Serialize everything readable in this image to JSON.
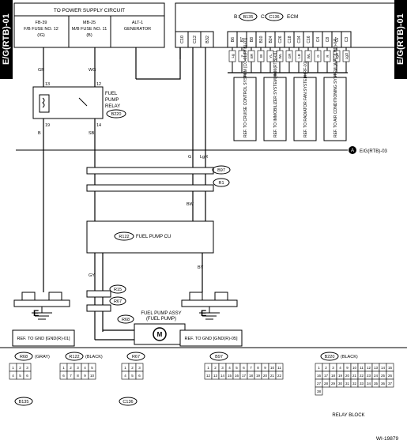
{
  "side_tabs": {
    "left": "E/G(RTB)-01",
    "right": "E/G(RTB)-01"
  },
  "power_box": {
    "title": "TO POWER SUPPLY CIRCUIT",
    "fuses": [
      {
        "name": "FB-39",
        "desc": "F/B FUSE NO. 12",
        "sub": "(IG)"
      },
      {
        "name": "MB-25",
        "desc": "M/B FUSE NO. 11",
        "sub": "(B)"
      },
      {
        "name": "ALT-1",
        "desc": "GENERATOR",
        "sub": ""
      }
    ]
  },
  "ecm": {
    "title": "ECM",
    "label_b": "B:",
    "conn_b": "B135",
    "label_c": "C:",
    "conn_c": "C136",
    "pins": [
      "B6",
      "B7",
      "B8",
      "B10",
      "B24",
      "C26",
      "C18",
      "C34",
      "C16",
      "C4",
      "C8",
      "C7",
      "C3"
    ],
    "lower_pins": [
      "C10",
      "C12",
      "B32"
    ],
    "wire_codes": [
      "Lg",
      "Y",
      "BR",
      "W",
      "YL",
      "WL",
      "GR",
      "LB",
      "WL",
      "G",
      "R",
      "LgG",
      "LgO"
    ]
  },
  "refs": [
    "REF. TO CRUISE CONTROL SYSTEM [CC-01(RTB)-01]",
    "REF. TO IMMOBILIZER SYSTEM [IMM(RTB)-01]",
    "REF. TO RADIATOR FAN SYSTEM [RF-01]",
    "REF. TO AIR CONDITIONING SYSTEM [A-AC(LHD)-04]"
  ],
  "relay": {
    "title_lines": [
      "FUEL",
      "PUMP",
      "RELAY"
    ],
    "conn": "B220",
    "pins_top": [
      "13",
      "12"
    ],
    "pins_bottom": [
      "19",
      "14"
    ]
  },
  "arrow_ref": "E/G(RTB)-03",
  "connectors_mid": [
    "B97",
    "R1"
  ],
  "fuel_pump_cu": {
    "conn": "R122",
    "label": "FUEL PUMP CU"
  },
  "wire_labels": {
    "gr": "GR",
    "wg": "WG",
    "b": "B",
    "w": "W",
    "g": "G",
    "lg": "Lg",
    "gy": "GY",
    "by": "BY",
    "sb": "SB",
    "bw": "BW",
    "lgr": "LgR"
  },
  "conns_lower": [
    "R15",
    "R67",
    "R68"
  ],
  "fuel_pump_assy": {
    "line1": "FUEL PUMP ASSY",
    "line2": "(FUEL PUMP)",
    "motor": "M"
  },
  "grounds": [
    {
      "label": "E",
      "ref": "REF. TO GND [GND(R)-01]"
    },
    {
      "label": "E",
      "ref": "REF. TO GND [GND(R)-05]"
    }
  ],
  "connector_views": [
    {
      "id": "R68",
      "color": "(GRAY)",
      "pins": [
        "1",
        "2",
        "3",
        "4",
        "5",
        "6"
      ]
    },
    {
      "id": "R122",
      "color": "(BLACK)",
      "pins": [
        "1",
        "2",
        "3",
        "4",
        "5",
        "6",
        "7",
        "8",
        "9",
        "10"
      ]
    },
    {
      "id": "R67",
      "color": "",
      "pins": [
        "1",
        "2",
        "3",
        "4",
        "5",
        "6"
      ]
    },
    {
      "id": "B97",
      "color": "",
      "pins": [
        "1",
        "2",
        "3",
        "4",
        "5",
        "6",
        "7",
        "8",
        "9",
        "10",
        "11",
        "12",
        "13",
        "14",
        "15",
        "16",
        "17",
        "18",
        "19",
        "20",
        "21",
        "22"
      ]
    },
    {
      "id": "B220",
      "color": "(BLACK)",
      "pins": [
        "1",
        "2",
        "3",
        "4",
        "9",
        "10",
        "11",
        "12",
        "13",
        "14",
        "15",
        "16",
        "17",
        "18",
        "19",
        "20",
        "21",
        "22",
        "23",
        "24",
        "25",
        "26",
        "27",
        "28",
        "29",
        "30",
        "31",
        "32",
        "33",
        "34",
        "35",
        "36",
        "37",
        "38"
      ]
    },
    {
      "id": "B135",
      "color": "",
      "pins": []
    },
    {
      "id": "C136",
      "color": "",
      "pins": []
    }
  ],
  "relay_block_label": "RELAY BLOCK",
  "figure_id": "WI-19879"
}
